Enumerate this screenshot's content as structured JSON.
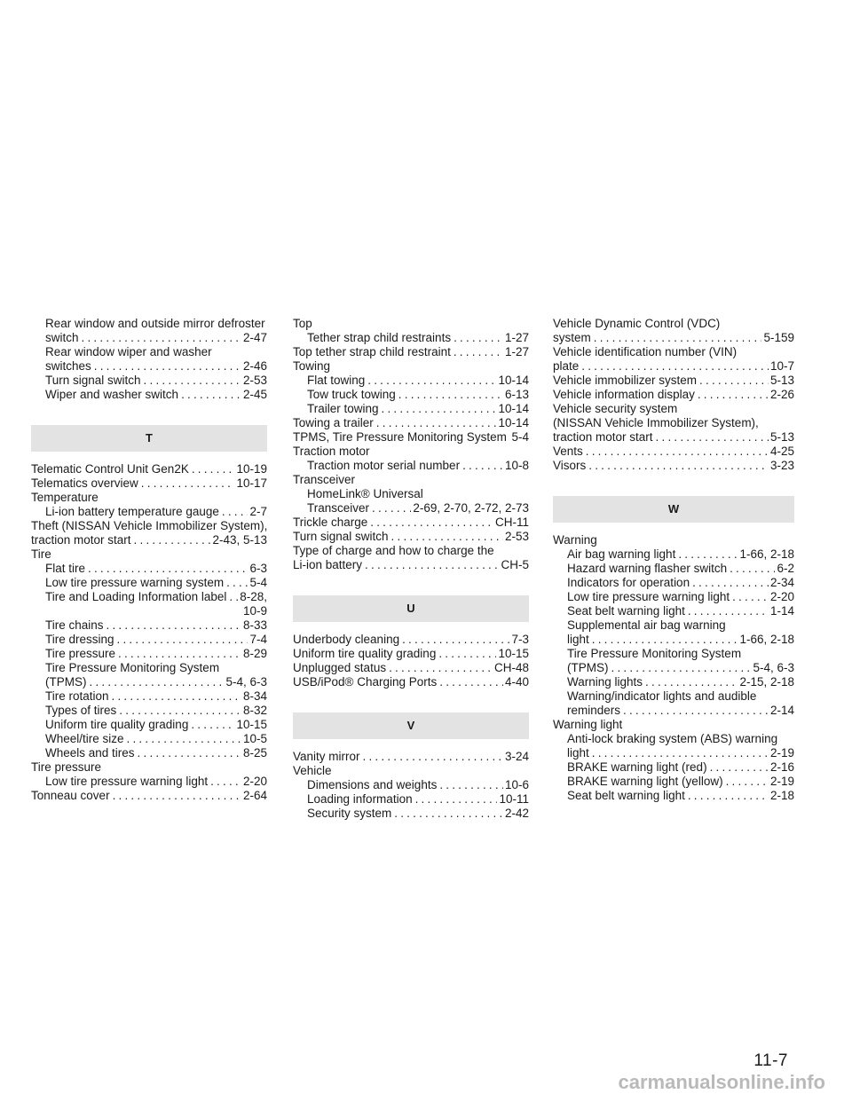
{
  "columns": [
    {
      "lines": [
        {
          "type": "entry",
          "indent": 1,
          "text": "Rear window and outside mirror defroster"
        },
        {
          "type": "entry",
          "indent": 1,
          "text": "switch",
          "page": "2-47"
        },
        {
          "type": "entry",
          "indent": 1,
          "text": "Rear window wiper and washer"
        },
        {
          "type": "entry",
          "indent": 1,
          "text": "switches",
          "page": "2-46"
        },
        {
          "type": "entry",
          "indent": 1,
          "text": "Turn signal switch",
          "page": "2-53"
        },
        {
          "type": "entry",
          "indent": 1,
          "text": "Wiper and washer switch",
          "page": "2-45"
        },
        {
          "type": "section",
          "text": "T"
        },
        {
          "type": "entry",
          "indent": 0,
          "text": "Telematic Control Unit Gen2K",
          "page": "10-19"
        },
        {
          "type": "entry",
          "indent": 0,
          "text": "Telematics overview",
          "page": "10-17"
        },
        {
          "type": "entry",
          "indent": 0,
          "text": "Temperature"
        },
        {
          "type": "entry",
          "indent": 1,
          "text": "Li-ion battery temperature gauge",
          "page": "2-7"
        },
        {
          "type": "entry",
          "indent": 0,
          "text": "Theft (NISSAN Vehicle Immobilizer System),"
        },
        {
          "type": "entry",
          "indent": 0,
          "text": "traction motor start",
          "page": "2-43, 5-13"
        },
        {
          "type": "entry",
          "indent": 0,
          "text": "Tire"
        },
        {
          "type": "entry",
          "indent": 1,
          "text": "Flat tire",
          "page": "6-3"
        },
        {
          "type": "entry",
          "indent": 1,
          "text": "Low tire pressure warning system",
          "page": "5-4"
        },
        {
          "type": "entry",
          "indent": 1,
          "text": "Tire and Loading Information label",
          "page": "8-28,"
        },
        {
          "type": "cont",
          "text": "10-9"
        },
        {
          "type": "entry",
          "indent": 1,
          "text": "Tire chains",
          "page": "8-33"
        },
        {
          "type": "entry",
          "indent": 1,
          "text": "Tire dressing",
          "page": "7-4"
        },
        {
          "type": "entry",
          "indent": 1,
          "text": "Tire pressure",
          "page": "8-29"
        },
        {
          "type": "entry",
          "indent": 1,
          "text": "Tire Pressure Monitoring System"
        },
        {
          "type": "entry",
          "indent": 1,
          "text": "(TPMS)",
          "page": "5-4, 6-3"
        },
        {
          "type": "entry",
          "indent": 1,
          "text": "Tire rotation",
          "page": "8-34"
        },
        {
          "type": "entry",
          "indent": 1,
          "text": "Types of tires",
          "page": "8-32"
        },
        {
          "type": "entry",
          "indent": 1,
          "text": "Uniform tire quality grading",
          "page": "10-15"
        },
        {
          "type": "entry",
          "indent": 1,
          "text": "Wheel/tire size",
          "page": "10-5"
        },
        {
          "type": "entry",
          "indent": 1,
          "text": "Wheels and tires",
          "page": "8-25"
        },
        {
          "type": "entry",
          "indent": 0,
          "text": "Tire pressure"
        },
        {
          "type": "entry",
          "indent": 1,
          "text": "Low tire pressure warning light",
          "page": "2-20"
        },
        {
          "type": "entry",
          "indent": 0,
          "text": "Tonneau cover",
          "page": "2-64"
        }
      ]
    },
    {
      "lines": [
        {
          "type": "entry",
          "indent": 0,
          "text": "Top"
        },
        {
          "type": "entry",
          "indent": 1,
          "text": "Tether strap child restraints",
          "page": "1-27"
        },
        {
          "type": "entry",
          "indent": 0,
          "text": "Top tether strap child restraint",
          "page": "1-27"
        },
        {
          "type": "entry",
          "indent": 0,
          "text": "Towing"
        },
        {
          "type": "entry",
          "indent": 1,
          "text": "Flat towing",
          "page": "10-14"
        },
        {
          "type": "entry",
          "indent": 1,
          "text": "Tow truck towing",
          "page": "6-13"
        },
        {
          "type": "entry",
          "indent": 1,
          "text": "Trailer towing",
          "page": "10-14"
        },
        {
          "type": "entry",
          "indent": 0,
          "text": "Towing a trailer",
          "page": "10-14"
        },
        {
          "type": "entry",
          "indent": 0,
          "text": "TPMS, Tire Pressure Monitoring System",
          "page": "5-4"
        },
        {
          "type": "entry",
          "indent": 0,
          "text": "Traction motor"
        },
        {
          "type": "entry",
          "indent": 1,
          "text": "Traction motor serial number",
          "page": "10-8"
        },
        {
          "type": "entry",
          "indent": 0,
          "text": "Transceiver"
        },
        {
          "type": "entry",
          "indent": 1,
          "text": "HomeLink® Universal"
        },
        {
          "type": "entry",
          "indent": 1,
          "text": "Transceiver",
          "page": "2-69, 2-70, 2-72, 2-73"
        },
        {
          "type": "entry",
          "indent": 0,
          "text": "Trickle charge",
          "page": "CH-11"
        },
        {
          "type": "entry",
          "indent": 0,
          "text": "Turn signal switch",
          "page": "2-53"
        },
        {
          "type": "entry",
          "indent": 0,
          "text": "Type of charge and how to charge the"
        },
        {
          "type": "entry",
          "indent": 0,
          "text": "Li-ion battery",
          "page": "CH-5"
        },
        {
          "type": "section",
          "text": "U"
        },
        {
          "type": "entry",
          "indent": 0,
          "text": "Underbody cleaning",
          "page": "7-3"
        },
        {
          "type": "entry",
          "indent": 0,
          "text": "Uniform tire quality grading",
          "page": "10-15"
        },
        {
          "type": "entry",
          "indent": 0,
          "text": "Unplugged status",
          "page": "CH-48"
        },
        {
          "type": "entry",
          "indent": 0,
          "text": "USB/iPod® Charging Ports",
          "page": "4-40"
        },
        {
          "type": "section",
          "text": "V"
        },
        {
          "type": "entry",
          "indent": 0,
          "text": "Vanity mirror",
          "page": "3-24"
        },
        {
          "type": "entry",
          "indent": 0,
          "text": "Vehicle"
        },
        {
          "type": "entry",
          "indent": 1,
          "text": "Dimensions and weights",
          "page": "10-6"
        },
        {
          "type": "entry",
          "indent": 1,
          "text": "Loading information",
          "page": "10-11"
        },
        {
          "type": "entry",
          "indent": 1,
          "text": "Security system",
          "page": "2-42"
        }
      ]
    },
    {
      "lines": [
        {
          "type": "entry",
          "indent": 0,
          "text": "Vehicle Dynamic Control (VDC)"
        },
        {
          "type": "entry",
          "indent": 0,
          "text": "system",
          "page": "5-159"
        },
        {
          "type": "entry",
          "indent": 0,
          "text": "Vehicle identification number (VIN)"
        },
        {
          "type": "entry",
          "indent": 0,
          "text": "plate",
          "page": "10-7"
        },
        {
          "type": "entry",
          "indent": 0,
          "text": "Vehicle immobilizer system",
          "page": "5-13"
        },
        {
          "type": "entry",
          "indent": 0,
          "text": "Vehicle information display",
          "page": "2-26"
        },
        {
          "type": "entry",
          "indent": 0,
          "text": "Vehicle security system"
        },
        {
          "type": "entry",
          "indent": 0,
          "text": "(NISSAN Vehicle Immobilizer System),"
        },
        {
          "type": "entry",
          "indent": 0,
          "text": "traction motor start",
          "page": "5-13"
        },
        {
          "type": "entry",
          "indent": 0,
          "text": "Vents",
          "page": "4-25"
        },
        {
          "type": "entry",
          "indent": 0,
          "text": "Visors",
          "page": "3-23"
        },
        {
          "type": "section",
          "text": "W"
        },
        {
          "type": "entry",
          "indent": 0,
          "text": "Warning"
        },
        {
          "type": "entry",
          "indent": 1,
          "text": "Air bag warning light",
          "page": "1-66, 2-18"
        },
        {
          "type": "entry",
          "indent": 1,
          "text": "Hazard warning flasher switch",
          "page": "6-2"
        },
        {
          "type": "entry",
          "indent": 1,
          "text": "Indicators for operation",
          "page": "2-34"
        },
        {
          "type": "entry",
          "indent": 1,
          "text": "Low tire pressure warning light",
          "page": "2-20"
        },
        {
          "type": "entry",
          "indent": 1,
          "text": "Seat belt warning light",
          "page": "1-14"
        },
        {
          "type": "entry",
          "indent": 1,
          "text": "Supplemental air bag warning"
        },
        {
          "type": "entry",
          "indent": 1,
          "text": "light",
          "page": "1-66, 2-18"
        },
        {
          "type": "entry",
          "indent": 1,
          "text": "Tire Pressure Monitoring System"
        },
        {
          "type": "entry",
          "indent": 1,
          "text": "(TPMS)",
          "page": "5-4, 6-3"
        },
        {
          "type": "entry",
          "indent": 1,
          "text": "Warning lights",
          "page": "2-15, 2-18"
        },
        {
          "type": "entry",
          "indent": 1,
          "text": "Warning/indicator lights and audible"
        },
        {
          "type": "entry",
          "indent": 1,
          "text": "reminders",
          "page": "2-14"
        },
        {
          "type": "entry",
          "indent": 0,
          "text": "Warning light"
        },
        {
          "type": "entry",
          "indent": 1,
          "text": "Anti-lock braking system (ABS) warning"
        },
        {
          "type": "entry",
          "indent": 1,
          "text": "light",
          "page": "2-19"
        },
        {
          "type": "entry",
          "indent": 1,
          "text": "BRAKE warning light (red)",
          "page": "2-16"
        },
        {
          "type": "entry",
          "indent": 1,
          "text": "BRAKE warning light (yellow)",
          "page": "2-19"
        },
        {
          "type": "entry",
          "indent": 1,
          "text": "Seat belt warning light",
          "page": "2-18"
        }
      ]
    }
  ],
  "page_number": "11-7",
  "watermark": "carmanualsonline.info"
}
